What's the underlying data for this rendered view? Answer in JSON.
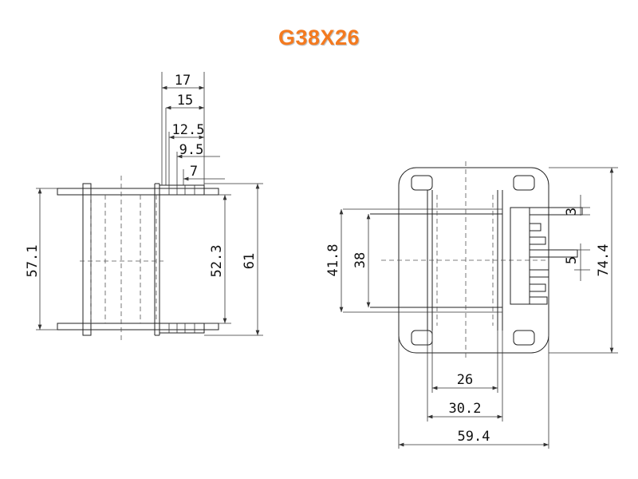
{
  "title": "G38X26",
  "left_view": {
    "dims": {
      "w17": "17",
      "w15": "15",
      "w12_5": "12.5",
      "w9_5": "9.5",
      "w7": "7",
      "h57_1": "57.1",
      "h52_3": "52.3",
      "h61": "61"
    }
  },
  "right_view": {
    "dims": {
      "h41_8": "41.8",
      "h38": "38",
      "p3": "3",
      "p5": "5",
      "h74_4": "74.4",
      "w26": "26",
      "w30_2": "30.2",
      "w59_4": "59.4"
    }
  }
}
